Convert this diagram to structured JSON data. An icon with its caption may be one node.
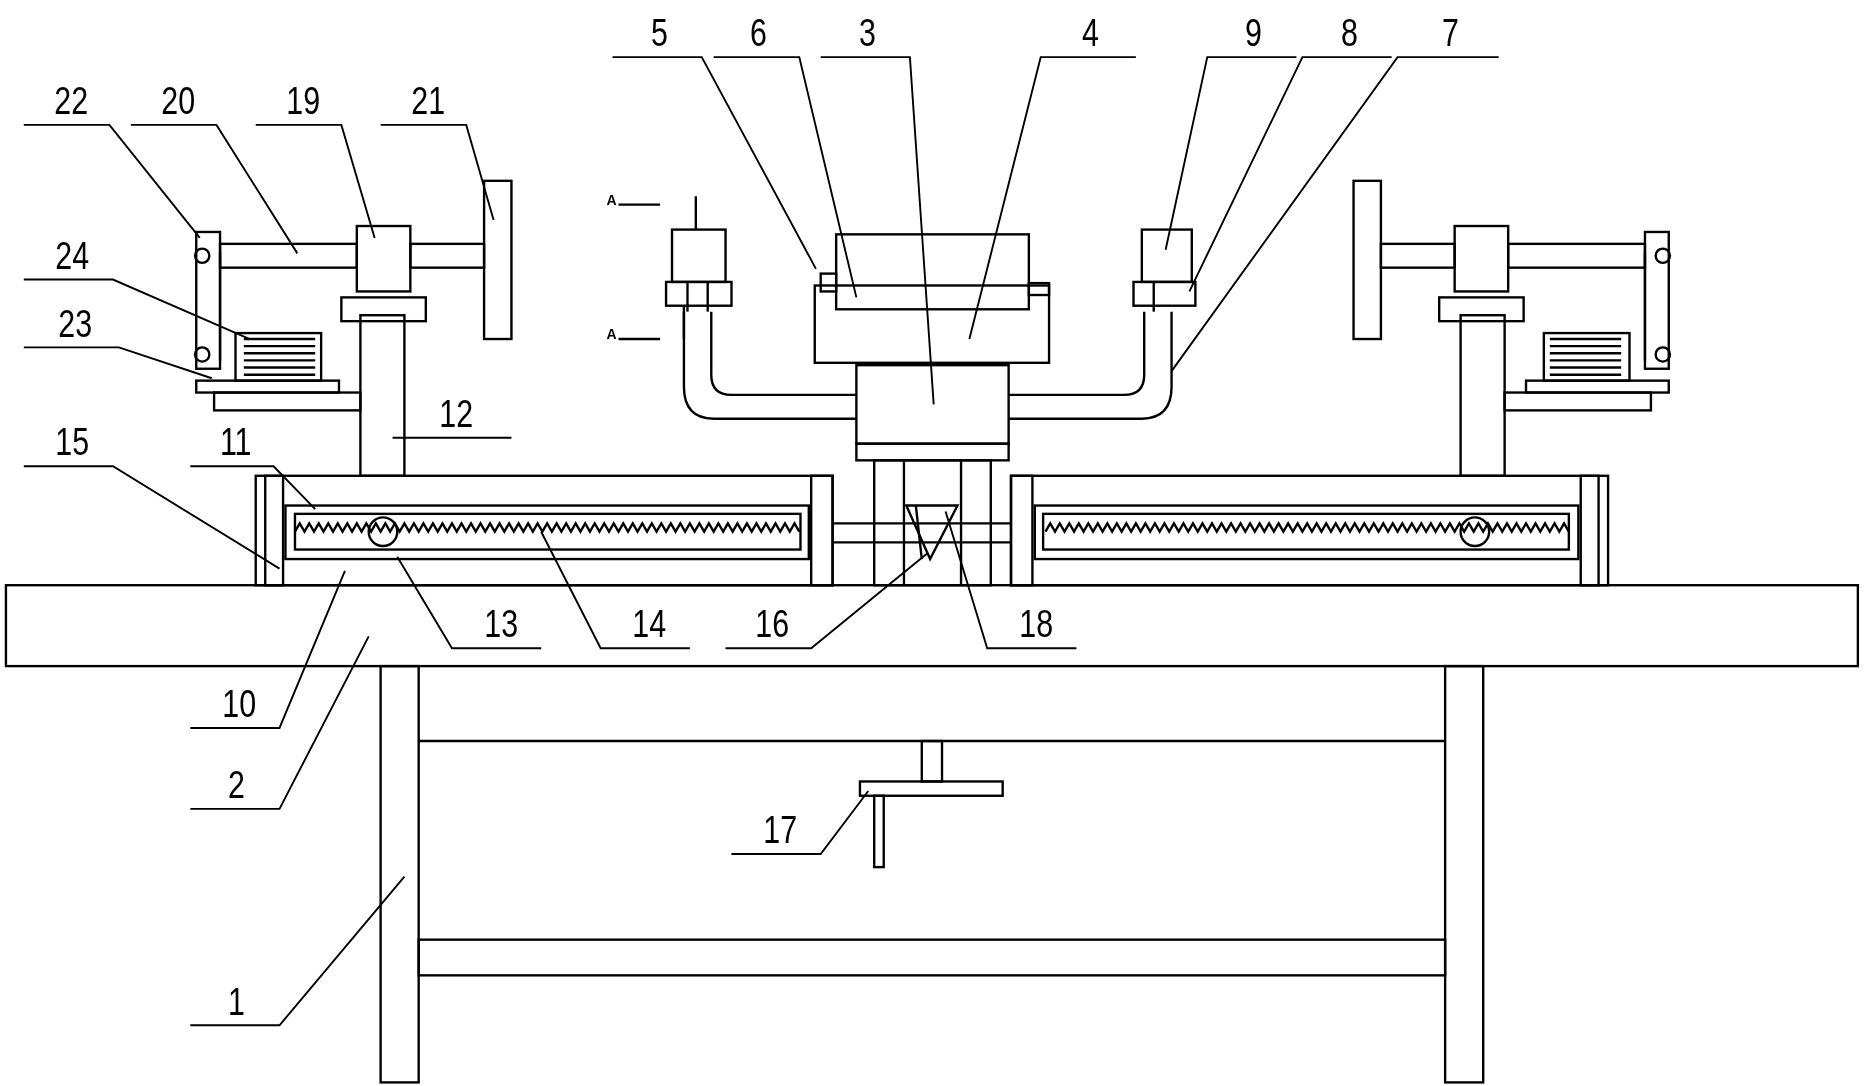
{
  "diagram": {
    "nodes": [
      {
        "text": [
          "5"
        ]
      },
      {
        "text": [
          "6"
        ]
      },
      {
        "text": [
          "3"
        ]
      },
      {
        "text": [
          "4"
        ]
      },
      {
        "text": [
          "9"
        ]
      },
      {
        "text": [
          "8"
        ]
      },
      {
        "text": [
          "7"
        ]
      },
      {
        "text": [
          "22"
        ]
      },
      {
        "text": [
          "20"
        ]
      },
      {
        "text": [
          "19"
        ]
      },
      {
        "text": [
          "21"
        ]
      },
      {
        "text": [
          "24"
        ]
      },
      {
        "text": [
          "23"
        ]
      },
      {
        "text": [
          "12"
        ]
      },
      {
        "text": [
          "15"
        ]
      },
      {
        "text": [
          "11"
        ]
      },
      {
        "text": [
          "13"
        ]
      },
      {
        "text": [
          "14"
        ]
      },
      {
        "text": [
          "16"
        ]
      },
      {
        "text": [
          "18"
        ]
      },
      {
        "text": [
          "10"
        ]
      },
      {
        "text": [
          "2"
        ]
      },
      {
        "text": [
          "17"
        ]
      },
      {
        "text": [
          "1"
        ]
      }
    ],
    "edges": [
      {
        "from": 0,
        "to": null,
        "arrow": "none"
      },
      {
        "from": 1,
        "to": null,
        "arrow": "none"
      },
      {
        "from": 2,
        "to": null,
        "arrow": "none"
      },
      {
        "from": 3,
        "to": null,
        "arrow": "none"
      },
      {
        "from": 4,
        "to": null,
        "arrow": "none"
      },
      {
        "from": 5,
        "to": null,
        "arrow": "none"
      },
      {
        "from": 6,
        "to": null,
        "arrow": "none"
      },
      {
        "from": 7,
        "to": null,
        "arrow": "none"
      },
      {
        "from": 8,
        "to": null,
        "arrow": "none"
      },
      {
        "from": 9,
        "to": null,
        "arrow": "none"
      },
      {
        "from": 10,
        "to": null,
        "arrow": "none"
      },
      {
        "from": 11,
        "to": null,
        "arrow": "none"
      },
      {
        "from": 12,
        "to": null,
        "arrow": "none"
      },
      {
        "from": 13,
        "to": null,
        "arrow": "none"
      },
      {
        "from": 14,
        "to": null,
        "arrow": "none"
      },
      {
        "from": 15,
        "to": null,
        "arrow": "none"
      },
      {
        "from": 16,
        "to": null,
        "arrow": "none"
      },
      {
        "from": 17,
        "to": null,
        "arrow": "none"
      },
      {
        "from": 18,
        "to": null,
        "arrow": "none"
      },
      {
        "from": 19,
        "to": null,
        "arrow": "none"
      },
      {
        "from": 20,
        "to": null,
        "arrow": "none"
      },
      {
        "from": 21,
        "to": null,
        "arrow": "none"
      },
      {
        "from": 22,
        "to": null,
        "arrow": "none"
      },
      {
        "from": 23,
        "to": null,
        "arrow": "none"
      }
    ],
    "labels": [
      "A",
      "A"
    ]
  }
}
